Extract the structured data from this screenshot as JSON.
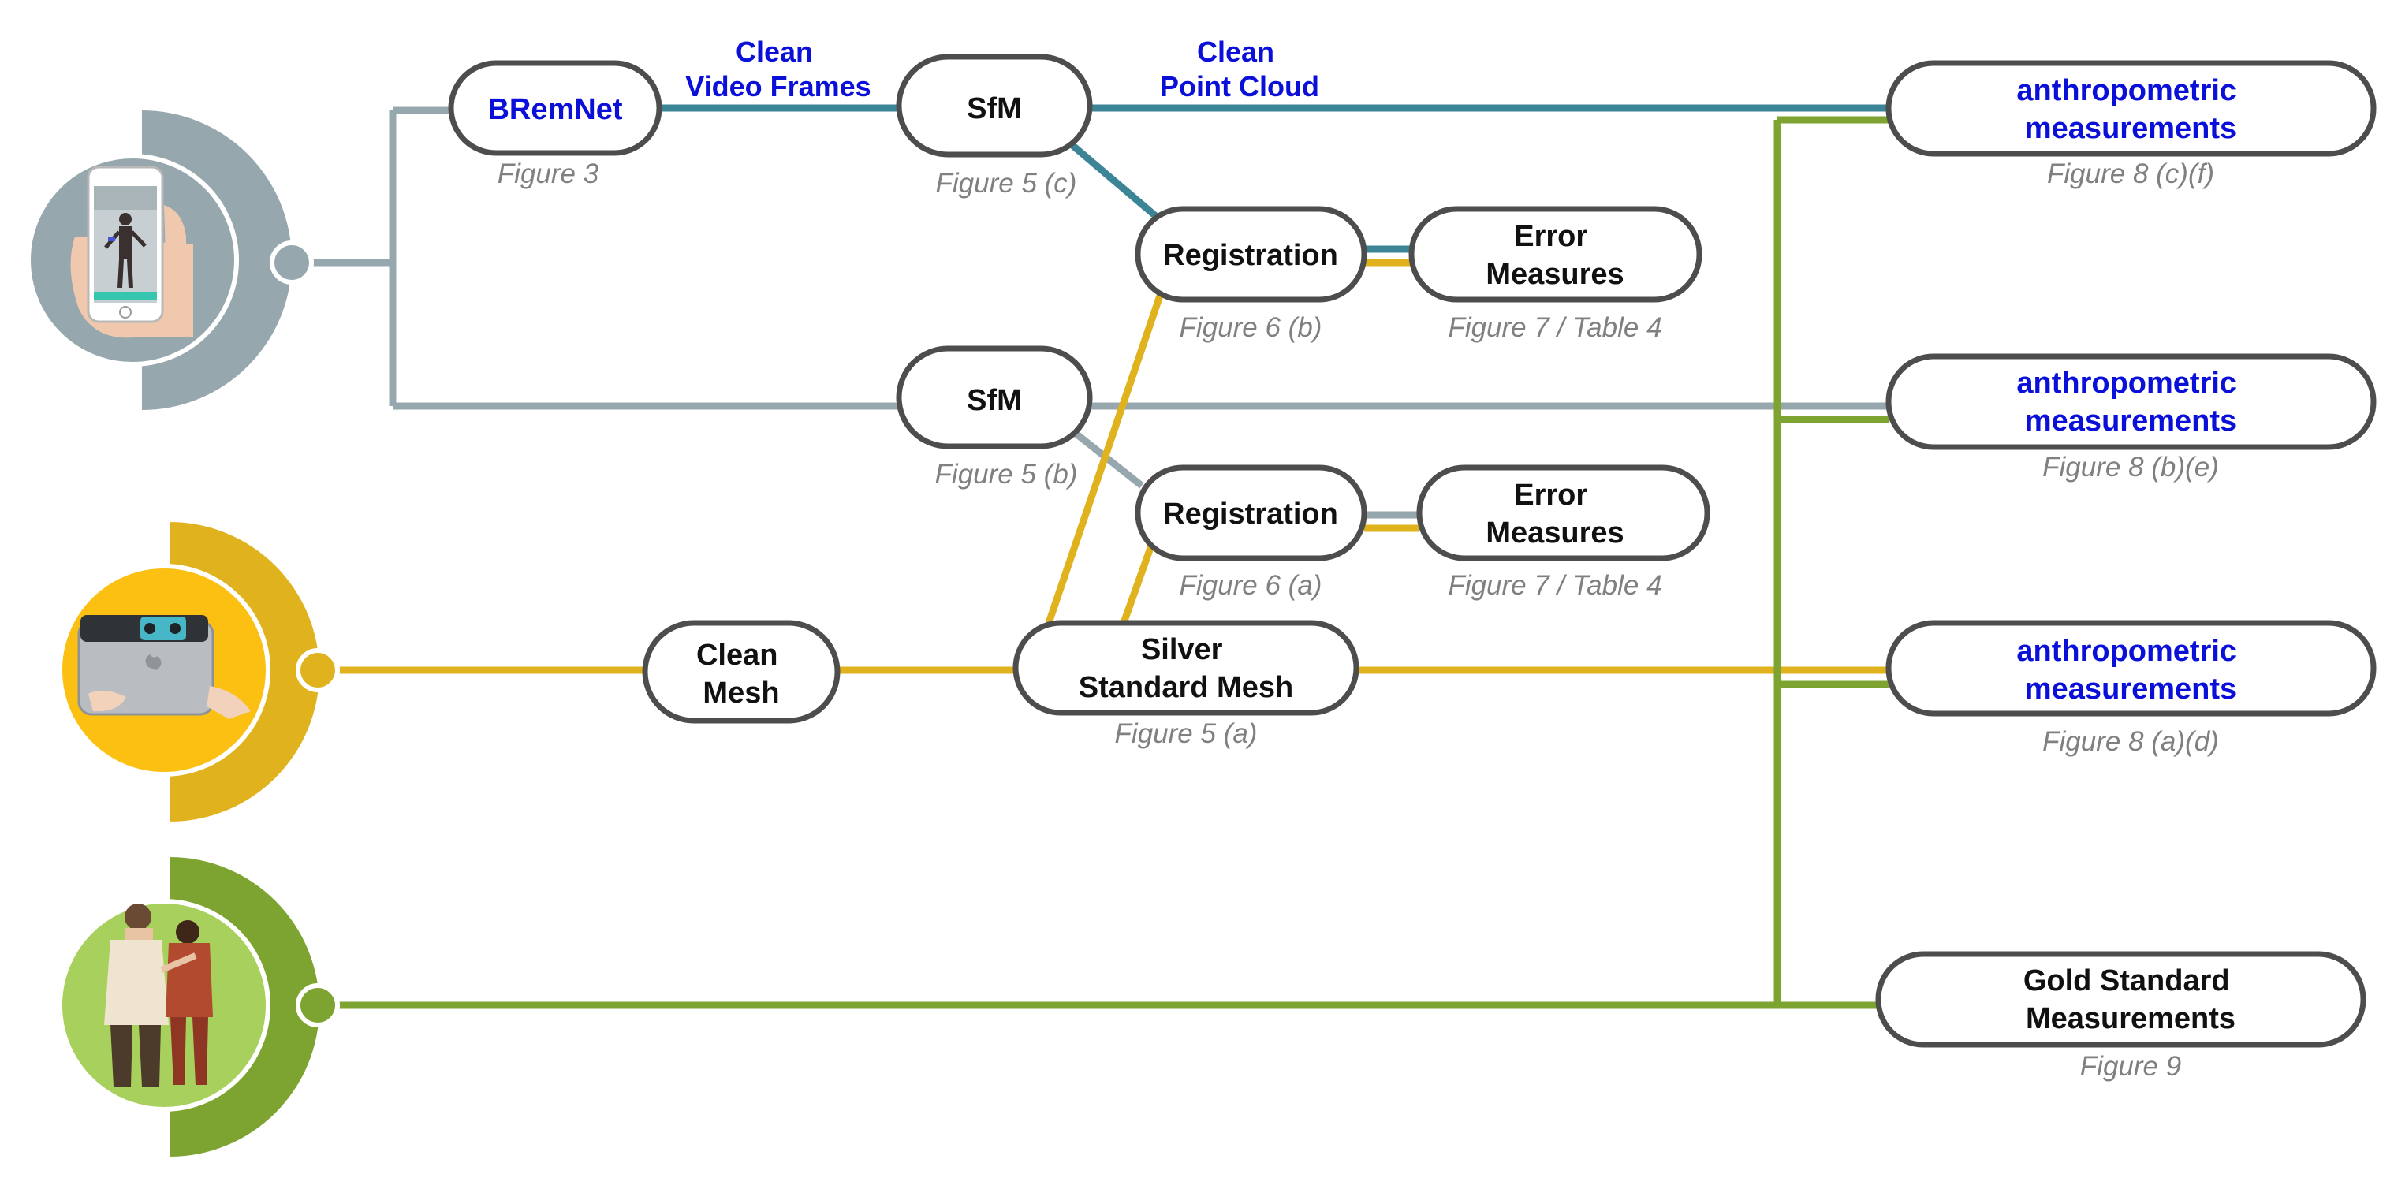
{
  "colors": {
    "teal": "#3c8597",
    "gray": "#97a7ae",
    "gold": "#e0b31e",
    "green": "#7da331",
    "label_blue": "#0a10d8",
    "caption_gray": "#808080",
    "node_border": "#4d4d4d"
  },
  "sources": [
    {
      "id": "phone",
      "icon": "smartphone-video-icon"
    },
    {
      "id": "scanner",
      "icon": "tablet-3d-scanner-icon"
    },
    {
      "id": "manual",
      "icon": "manual-measurement-photo-icon"
    }
  ],
  "nodes": {
    "bremnet": {
      "lines": [
        "BRemNet"
      ],
      "caption": "Figure 3"
    },
    "sfm_c": {
      "lines": [
        "SfM"
      ],
      "caption": "Figure 5 (c)"
    },
    "sfm_b": {
      "lines": [
        "SfM"
      ],
      "caption": "Figure 5 (b)"
    },
    "registration_b": {
      "lines": [
        "Registration"
      ],
      "caption": "Figure 6 (b)"
    },
    "registration_a": {
      "lines": [
        "Registration"
      ],
      "caption": "Figure 6 (a)"
    },
    "error_b": {
      "lines": [
        "Error",
        "Measures"
      ],
      "caption": "Figure 7 / Table 4"
    },
    "error_a": {
      "lines": [
        "Error",
        "Measures"
      ],
      "caption": "Figure 7 / Table 4"
    },
    "clean_mesh": {
      "lines": [
        "Clean",
        "Mesh"
      ],
      "caption": ""
    },
    "silver_mesh": {
      "lines": [
        "Silver",
        "Standard Mesh"
      ],
      "caption": "Figure 5 (a)"
    },
    "anthro_cf": {
      "lines": [
        "anthropometric",
        "measurements"
      ],
      "caption": "Figure 8 (c)(f)"
    },
    "anthro_be": {
      "lines": [
        "anthropometric",
        "measurements"
      ],
      "caption": "Figure 8 (b)(e)"
    },
    "anthro_ad": {
      "lines": [
        "anthropometric",
        "measurements"
      ],
      "caption": "Figure 8 (a)(d)"
    },
    "gold_standard": {
      "lines": [
        "Gold Standard",
        "Measurements"
      ],
      "caption": "Figure 9"
    }
  },
  "edge_labels": {
    "clean_video_frames": [
      "Clean",
      "Video Frames"
    ],
    "clean_point_cloud": [
      "Clean",
      "Point Cloud"
    ]
  }
}
